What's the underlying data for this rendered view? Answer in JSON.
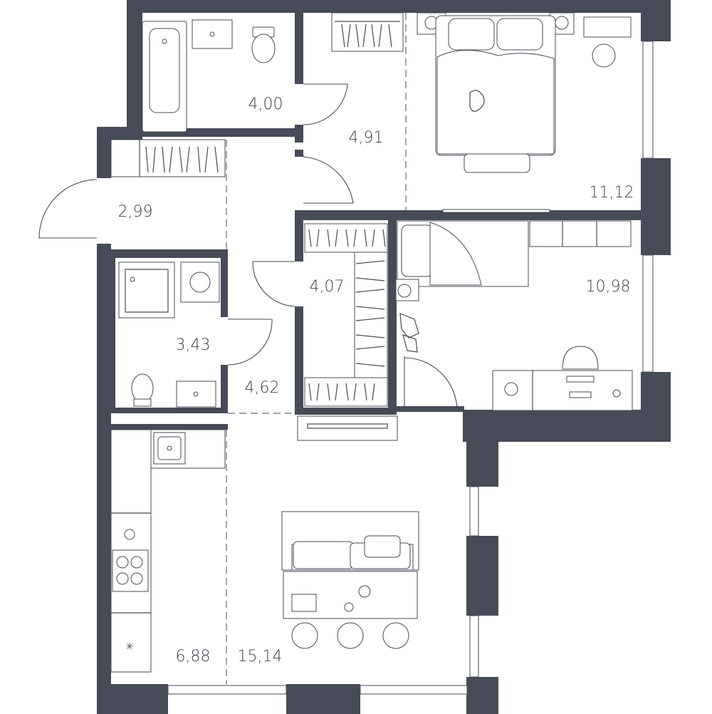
{
  "plan": {
    "rooms": [
      {
        "id": "bathroom",
        "area": "4,00"
      },
      {
        "id": "corridor",
        "area": "4,91"
      },
      {
        "id": "bedroom-1",
        "area": "11,12"
      },
      {
        "id": "entrance-hall",
        "area": "2,99"
      },
      {
        "id": "wardrobe",
        "area": "4,07"
      },
      {
        "id": "bedroom-2",
        "area": "10,98"
      },
      {
        "id": "shower-room",
        "area": "3,43"
      },
      {
        "id": "hallway",
        "area": "4,62"
      },
      {
        "id": "kitchen",
        "area": "6,88"
      },
      {
        "id": "living-room",
        "area": "15,14"
      }
    ],
    "colors": {
      "wall": "#474b57",
      "line": "#474b57",
      "background": "#ffffff"
    }
  }
}
